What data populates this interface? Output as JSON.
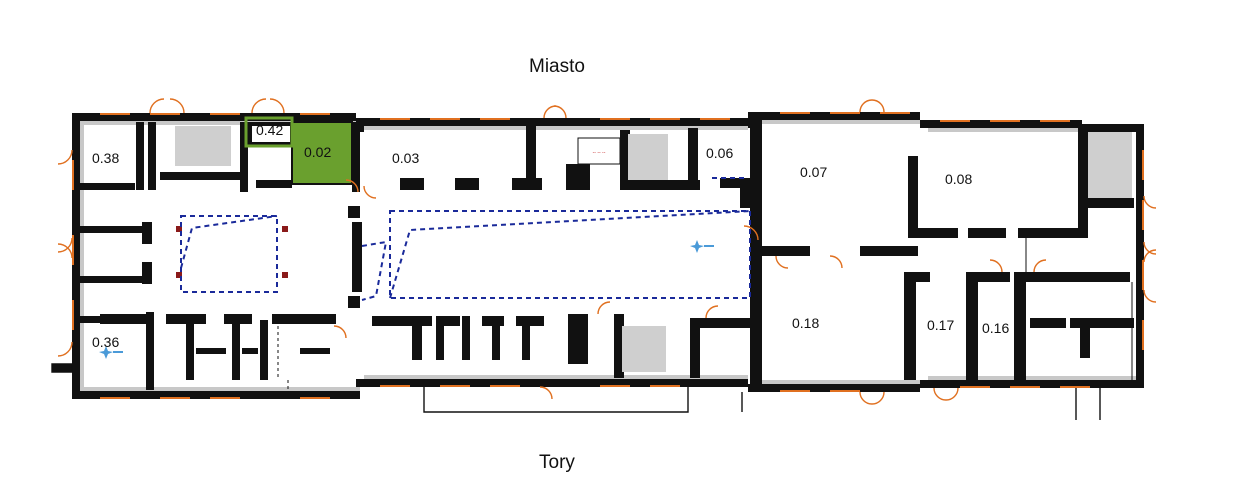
{
  "compass": {
    "north": "Miasto",
    "south": "Tory"
  },
  "highlight_color": "#6aa02e",
  "wall_color": "#111111",
  "wall_inner_color": "#c8c8c8",
  "door_color": "#e07020",
  "route_color": "#1a2a9a",
  "marker_color": "#4a9ad8",
  "rooms": {
    "r0_38": "0.38",
    "r0_42": "0.42",
    "r0_02": "0.02",
    "r0_03": "0.03",
    "r0_06": "0.06",
    "r0_07": "0.07",
    "r0_08": "0.08",
    "r0_36": "0.36",
    "r0_18": "0.18",
    "r0_17": "0.17",
    "r0_16": "0.16"
  },
  "sign_text": "-- -- --"
}
